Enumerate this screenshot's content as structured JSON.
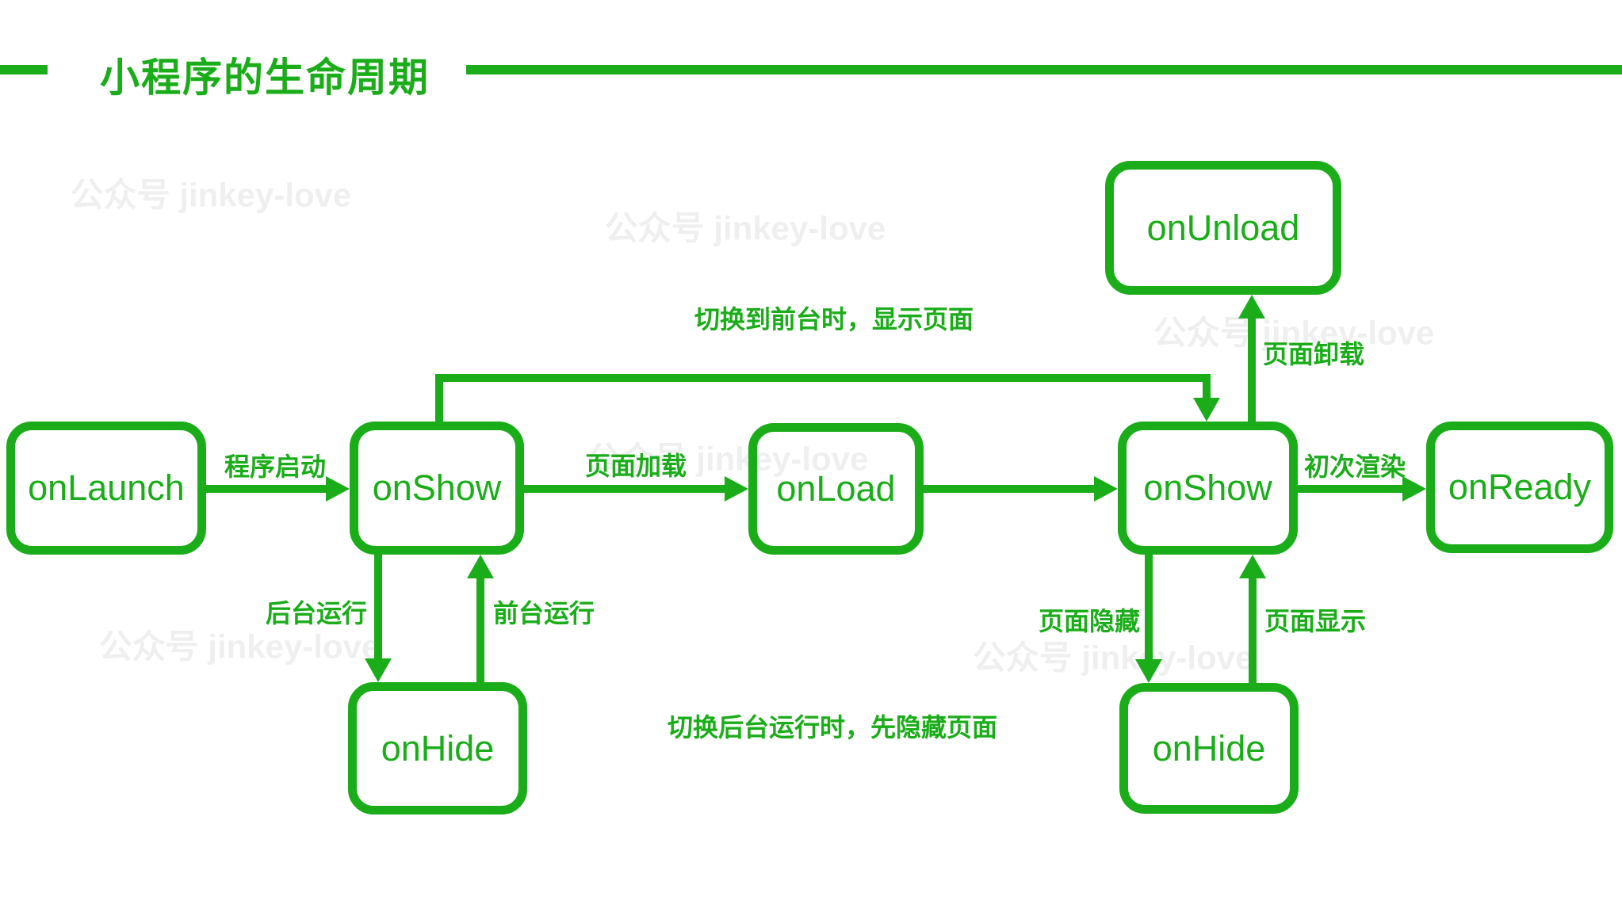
{
  "colors": {
    "accent": "#1aad19",
    "watermark": "#efefef"
  },
  "header": {
    "title": "小程序的生命周期"
  },
  "watermark": {
    "text": "公众号 jinkey-love"
  },
  "nodes": {
    "launch": {
      "label": "onLaunch"
    },
    "show_app": {
      "label": "onShow"
    },
    "load": {
      "label": "onLoad"
    },
    "show_page": {
      "label": "onShow"
    },
    "ready": {
      "label": "onReady"
    },
    "unload": {
      "label": "onUnload"
    },
    "hide_app": {
      "label": "onHide"
    },
    "hide_page": {
      "label": "onHide"
    }
  },
  "edges": {
    "app_launch": {
      "label": "程序启动"
    },
    "page_load": {
      "label": "页面加载"
    },
    "first_render": {
      "label": "初次渲染"
    },
    "page_unload": {
      "label": "页面卸载"
    },
    "bg_run": {
      "label": "后台运行"
    },
    "fg_run": {
      "label": "前台运行"
    },
    "page_hide": {
      "label": "页面隐藏"
    },
    "page_show": {
      "label": "页面显示"
    }
  },
  "annotations": {
    "to_foreground": {
      "text": "切换到前台时，显示页面"
    },
    "to_background": {
      "text": "切换后台运行时，先隐藏页面"
    }
  }
}
